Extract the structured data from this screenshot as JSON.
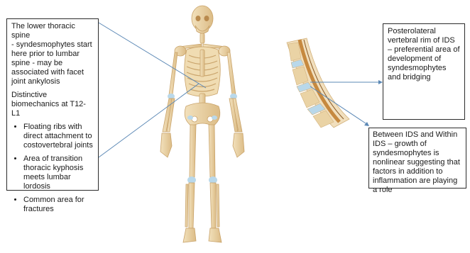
{
  "left_callout": {
    "intro": "The  lower thoracic spine\n - syndesmophytes start here prior to lumbar spine - may be associated with facet joint ankylosis",
    "heading": "Distinctive biomechanics at T12-L1",
    "bullets": [
      "Floating ribs with direct attachment to costovertebral joints",
      "Area of transition thoracic kyphosis meets lumbar lordosis",
      "Common area for fractures"
    ]
  },
  "rim_callout": {
    "text": "Posterolateral vertebral rim of IDS – preferential area of development of syndesmophytes and bridging"
  },
  "growth_callout": {
    "text": "Between IDS and Within IDS – growth of syndesmophytes is nonlinear suggesting that factors in addition to inflammation are playing a role"
  },
  "colors": {
    "bone": "#ead3a5",
    "bone_shadow": "#d3b27c",
    "disc": "#b9d8ea",
    "spinal_cord": "#c6893f",
    "connector": "#5b88b5",
    "box_border": "#2b2b2b"
  }
}
